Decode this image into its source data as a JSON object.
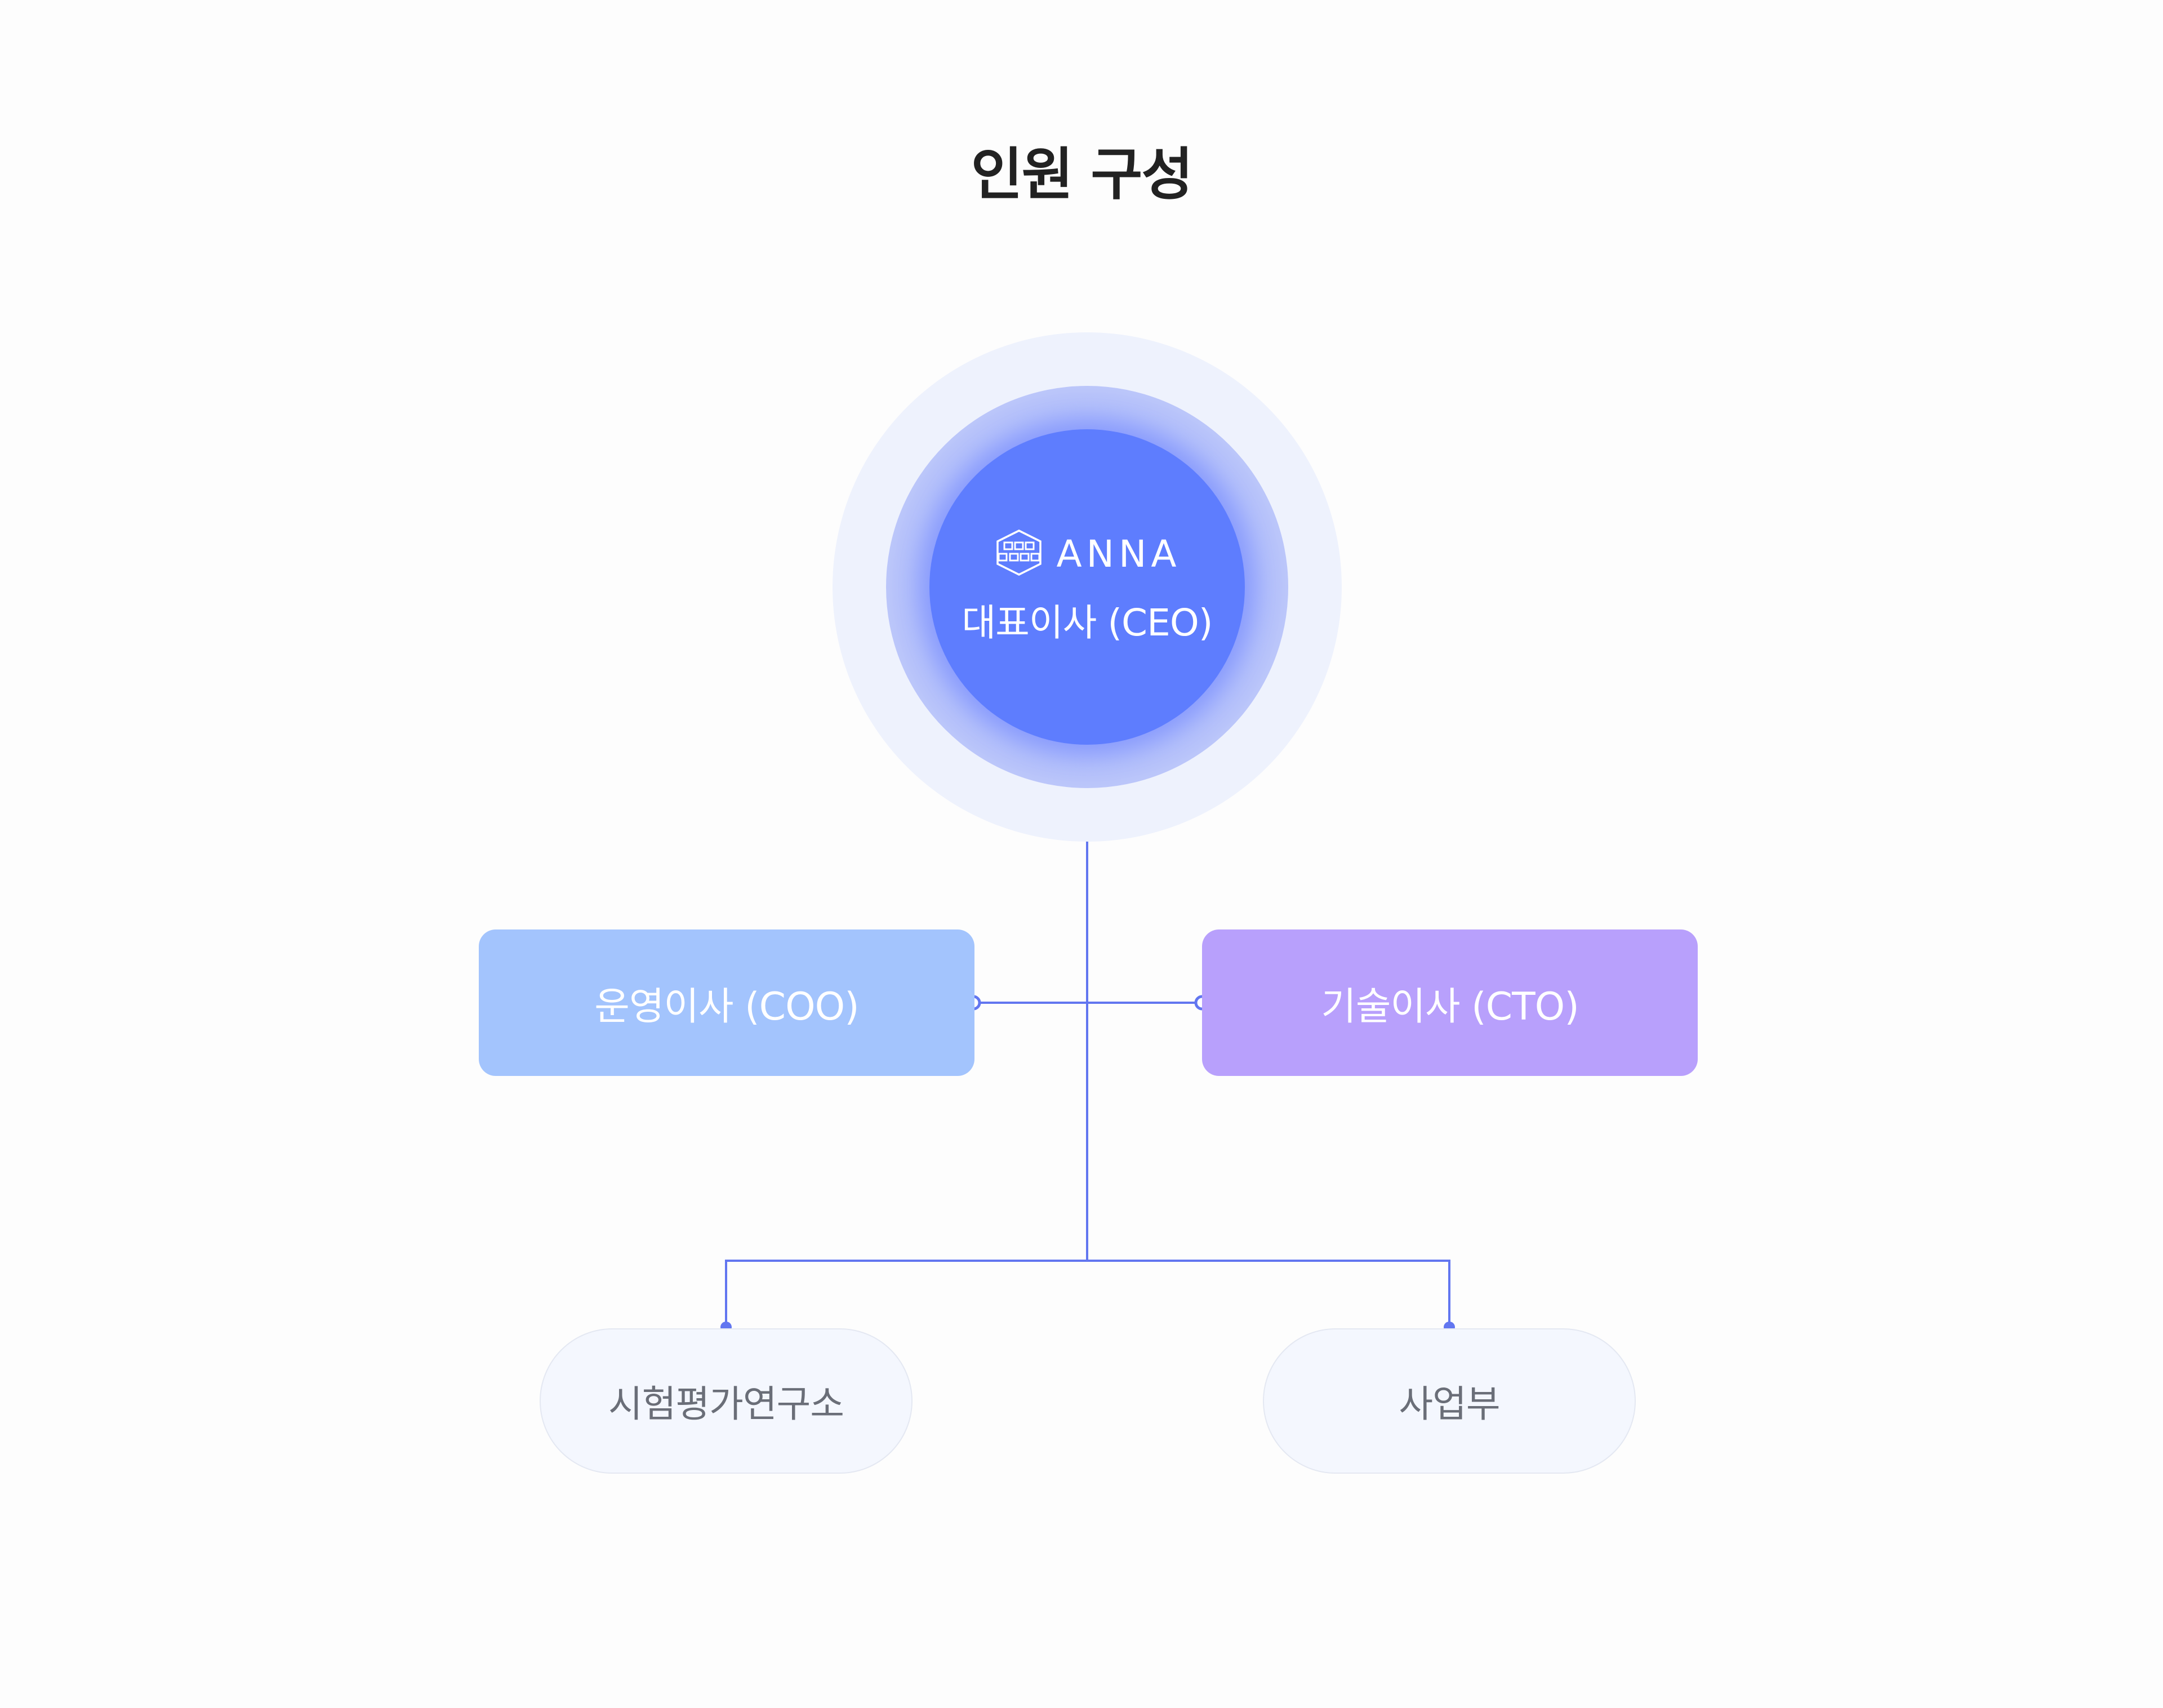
{
  "title": "인원 구성",
  "colors": {
    "connector": "#6276f0",
    "ceo": "#5e7dfe",
    "coo": "#a3c4fd",
    "cto": "#b8a0fc",
    "department": "#f4f7fe"
  },
  "ceo": {
    "logo_icon": "anna-hexagon-logo-icon",
    "logo_text": "ANNA",
    "title": "대표이사 (CEO)"
  },
  "executives": [
    {
      "label": "운영이사 (COO)"
    },
    {
      "label": "기술이사 (CTO)"
    }
  ],
  "departments": [
    {
      "label": "시험평가연구소"
    },
    {
      "label": "사업부"
    }
  ]
}
